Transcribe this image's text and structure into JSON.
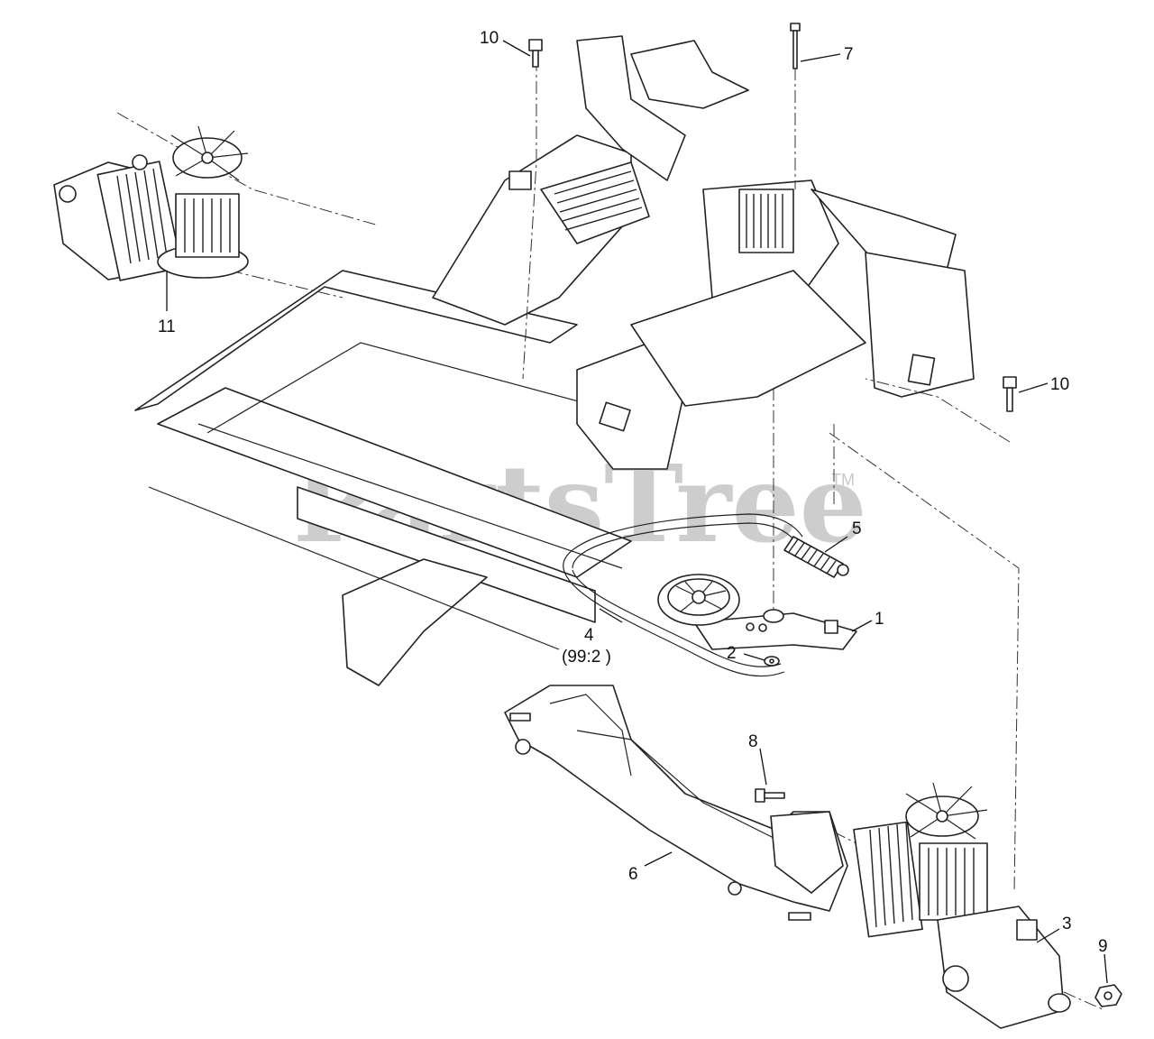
{
  "watermark": {
    "text": "PartsTree",
    "trademark": "TM"
  },
  "callouts": [
    {
      "id": "c1",
      "label": "1"
    },
    {
      "id": "c2",
      "label": "2"
    },
    {
      "id": "c3",
      "label": "3"
    },
    {
      "id": "c4",
      "label": "4",
      "sub": "(99:2 )"
    },
    {
      "id": "c5",
      "label": "5"
    },
    {
      "id": "c6",
      "label": "6"
    },
    {
      "id": "c7",
      "label": "7"
    },
    {
      "id": "c8",
      "label": "8"
    },
    {
      "id": "c9",
      "label": "9"
    },
    {
      "id": "c10a",
      "label": "10"
    },
    {
      "id": "c10b",
      "label": "10"
    },
    {
      "id": "c11",
      "label": "11"
    }
  ]
}
